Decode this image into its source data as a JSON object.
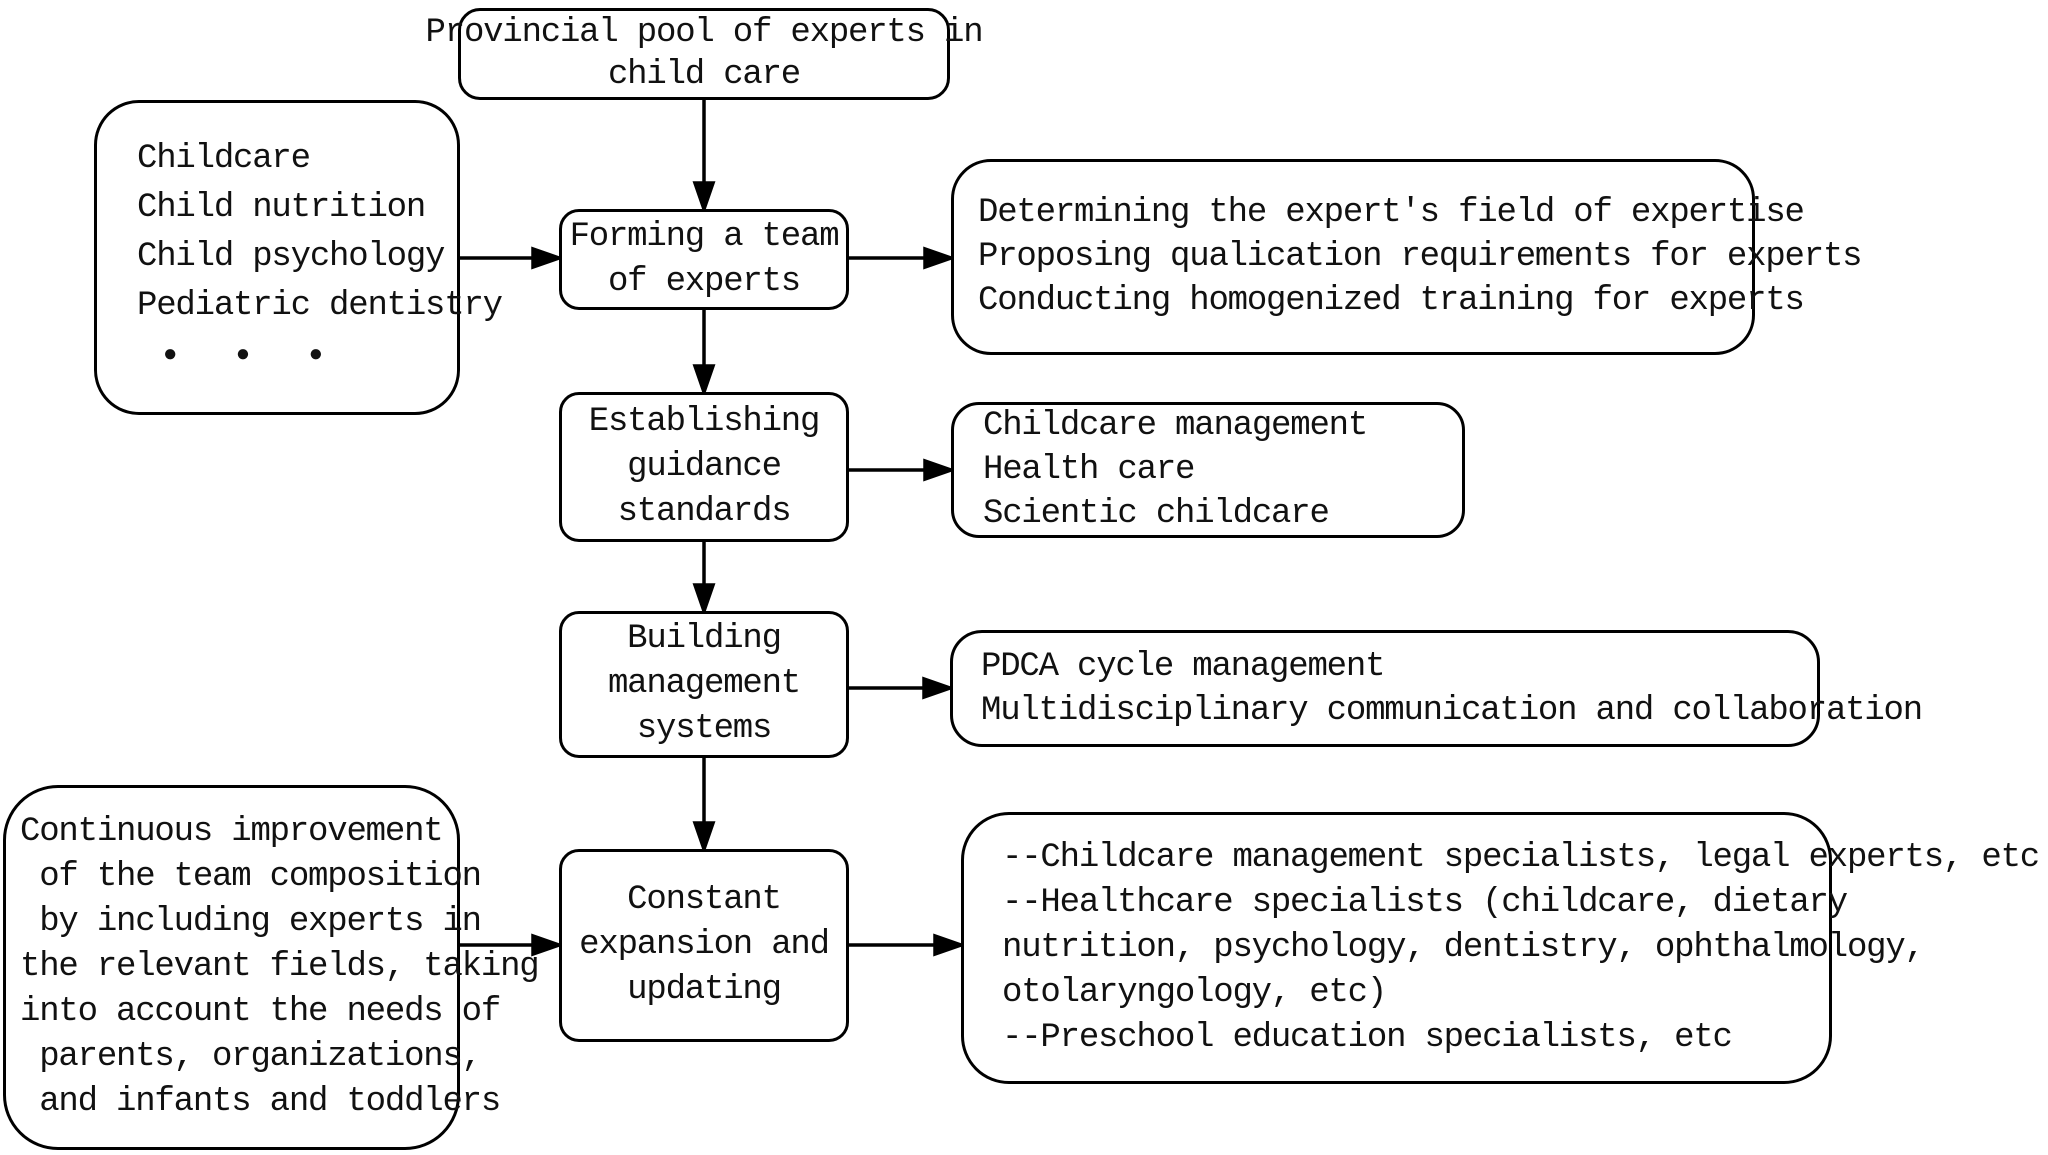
{
  "diagram_type": "flowchart",
  "colors": {
    "line": "#000000",
    "box_fill": "#ffffff",
    "text": "#111111"
  },
  "boxes": {
    "provincial_pool": {
      "lines": [
        "Provincial pool of experts in",
        "child care"
      ]
    },
    "expert_fields": {
      "lines": [
        "Childcare",
        "Child nutrition",
        "Child psychology",
        "Pediatric dentistry"
      ],
      "ellipsis": "● ● ●"
    },
    "forming_team": {
      "lines": [
        "Forming a team",
        "of experts"
      ]
    },
    "team_details": {
      "lines": [
        "Determining the expert's field of expertise",
        "Proposing qualication requirements for experts",
        "Conducting homogenized training for experts"
      ]
    },
    "guidance_standards": {
      "lines": [
        "Establishing",
        "guidance",
        "standards"
      ]
    },
    "standards_details": {
      "lines": [
        "Childcare management",
        "Health care",
        "Scientic childcare"
      ]
    },
    "management_systems": {
      "lines": [
        "Building",
        "management",
        "systems"
      ]
    },
    "systems_details": {
      "lines": [
        "PDCA cycle management",
        "Multidisciplinary communication and collaboration"
      ]
    },
    "expansion_updating": {
      "lines": [
        "Constant",
        "expansion and",
        "updating"
      ]
    },
    "continuous_improvement": {
      "lines": [
        "Continuous improvement",
        " of the team composition",
        " by including experts in",
        "the relevant fields, taking",
        "into account the needs of",
        " parents, organizations,",
        " and infants and toddlers"
      ]
    },
    "expansion_details": {
      "lines": [
        "--Childcare management specialists, legal experts, etc",
        "--Healthcare specialists (childcare, dietary",
        "nutrition, psychology, dentistry, ophthalmology,",
        "otolaryngology, etc)",
        "--Preschool education specialists, etc"
      ]
    }
  }
}
